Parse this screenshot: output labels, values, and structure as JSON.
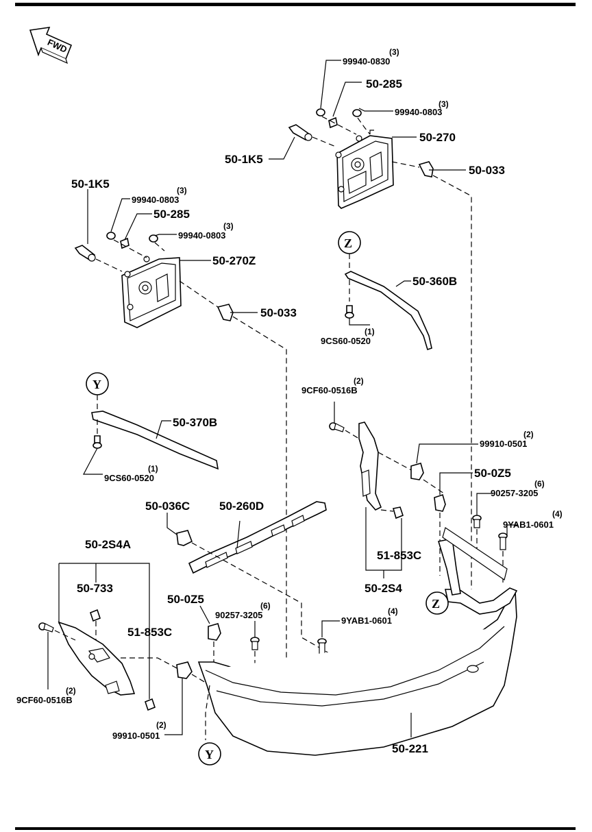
{
  "direction_badge": "FWD",
  "callouts": {
    "Z_top": "Z",
    "Y_left": "Y",
    "Z_bottom": "Z",
    "Y_bottom": "Y"
  },
  "labels": {
    "p_99940_0830_qty": "(3)",
    "p_99940_0830": "99940-0830",
    "p_50_285_r": "50-285",
    "p_99940_0803_r_qty": "(3)",
    "p_99940_0803_r": "99940-0803",
    "p_50_1K5_r": "50-1K5",
    "p_50_270": "50-270",
    "p_50_033_r": "50-033",
    "p_50_1K5_l": "50-1K5",
    "p_99940_0803_l1_qty": "(3)",
    "p_99940_0803_l1": "99940-0803",
    "p_50_285_l": "50-285",
    "p_99940_0803_l2_qty": "(3)",
    "p_99940_0803_l2": "99940-0803",
    "p_50_270Z": "50-270Z",
    "p_50_033_l": "50-033",
    "p_50_360B": "50-360B",
    "p_9CS60_0520_r_qty": "(1)",
    "p_9CS60_0520_r": "9CS60-0520",
    "p_9CF60_0516B_r_qty": "(2)",
    "p_9CF60_0516B_r": "9CF60-0516B",
    "p_50_370B": "50-370B",
    "p_9CS60_0520_l_qty": "(1)",
    "p_9CS60_0520_l": "9CS60-0520",
    "p_99910_0501_r_qty": "(2)",
    "p_99910_0501_r": "99910-0501",
    "p_50_0Z5_r": "50-0Z5",
    "p_90257_3205_r_qty": "(6)",
    "p_90257_3205_r": "90257-3205",
    "p_9YAB1_0601_r_qty": "(4)",
    "p_9YAB1_0601_r": "9YAB1-0601",
    "p_50_036C": "50-036C",
    "p_50_260D": "50-260D",
    "p_51_853C_r": "51-853C",
    "p_50_2S4": "50-2S4",
    "p_50_2S4A": "50-2S4A",
    "p_50_733": "50-733",
    "p_50_0Z5_l": "50-0Z5",
    "p_90257_3205_l_qty": "(6)",
    "p_90257_3205_l": "90257-3205",
    "p_9YAB1_0601_l_qty": "(4)",
    "p_9YAB1_0601_l": "9YAB1-0601",
    "p_51_853C_l": "51-853C",
    "p_9CF60_0516B_l_qty": "(2)",
    "p_9CF60_0516B_l": "9CF60-0516B",
    "p_99910_0501_l_qty": "(2)",
    "p_99910_0501_l": "99910-0501",
    "p_50_221": "50-221"
  }
}
